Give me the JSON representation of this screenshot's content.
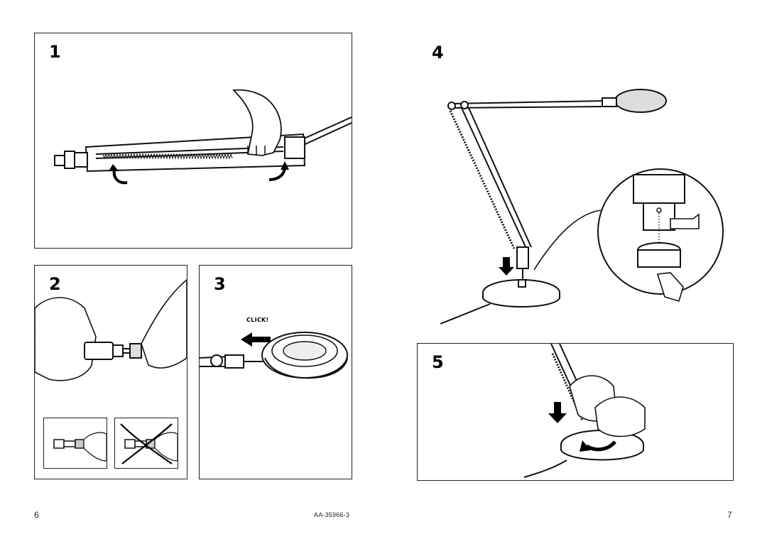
{
  "left_page": {
    "page_number": "6",
    "steps": [
      {
        "number": "1"
      },
      {
        "number": "2"
      },
      {
        "number": "3",
        "label": "CLICK!"
      }
    ]
  },
  "right_page": {
    "page_number": "7",
    "steps": [
      {
        "number": "4"
      },
      {
        "number": "5"
      }
    ]
  },
  "footer": {
    "doc_code": "AA-35966-3"
  },
  "icons": [
    "curved-arrow-icon",
    "down-arrow-icon",
    "left-arrow-icon",
    "rotate-arrow-icon",
    "pointing-hand-icon",
    "cross-out-icon"
  ]
}
